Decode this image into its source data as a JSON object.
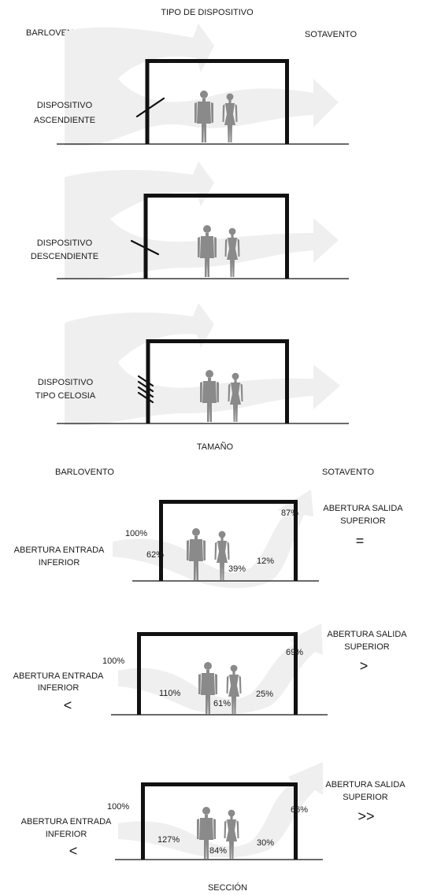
{
  "colors": {
    "flow": "#efefef",
    "walls": "#111111",
    "people": "#8a8a8a",
    "text": "#1a1a1a"
  },
  "section_device": {
    "title": "TIPO DE DISPOSITIVO",
    "windward": "BARLOVENTO",
    "leeward": "SOTAVENTO",
    "cases": [
      {
        "label_line1": "DISPOSITIVO",
        "label_line2": "ASCENDIENTE"
      },
      {
        "label_line1": "DISPOSITIVO",
        "label_line2": "DESCENDIENTE"
      },
      {
        "label_line1": "DISPOSITIVO",
        "label_line2": "TIPO CELOSIA"
      }
    ]
  },
  "section_size": {
    "title": "TAMAÑO",
    "windward": "BARLOVENTO",
    "leeward": "SOTAVENTO",
    "cases": [
      {
        "outlet_line1": "ABERTURA SALIDA",
        "outlet_line2": "SUPERIOR",
        "outlet_symbol": "=",
        "inlet_line1": "ABERTURA ENTRADA",
        "inlet_line2": "INFERIOR",
        "inlet_symbol": "",
        "pct_in": "100%",
        "pct_a": "62%",
        "pct_b": "39%",
        "pct_c": "12%",
        "pct_out": "87%"
      },
      {
        "outlet_line1": "ABERTURA SALIDA",
        "outlet_line2": "SUPERIOR",
        "outlet_symbol": ">",
        "inlet_line1": "ABERTURA ENTRADA",
        "inlet_line2": "INFERIOR",
        "inlet_symbol": "<",
        "pct_in": "100%",
        "pct_a": "110%",
        "pct_b": "61%",
        "pct_c": "25%",
        "pct_out": "69%"
      },
      {
        "outlet_line1": "ABERTURA SALIDA",
        "outlet_line2": "SUPERIOR",
        "outlet_symbol": ">>",
        "inlet_line1": "ABERTURA ENTRADA",
        "inlet_line2": "INFERIOR",
        "inlet_symbol": "<",
        "pct_in": "100%",
        "pct_a": "127%",
        "pct_b": "84%",
        "pct_c": "30%",
        "pct_out": "66%"
      }
    ]
  },
  "footer": "SECCIÓN"
}
